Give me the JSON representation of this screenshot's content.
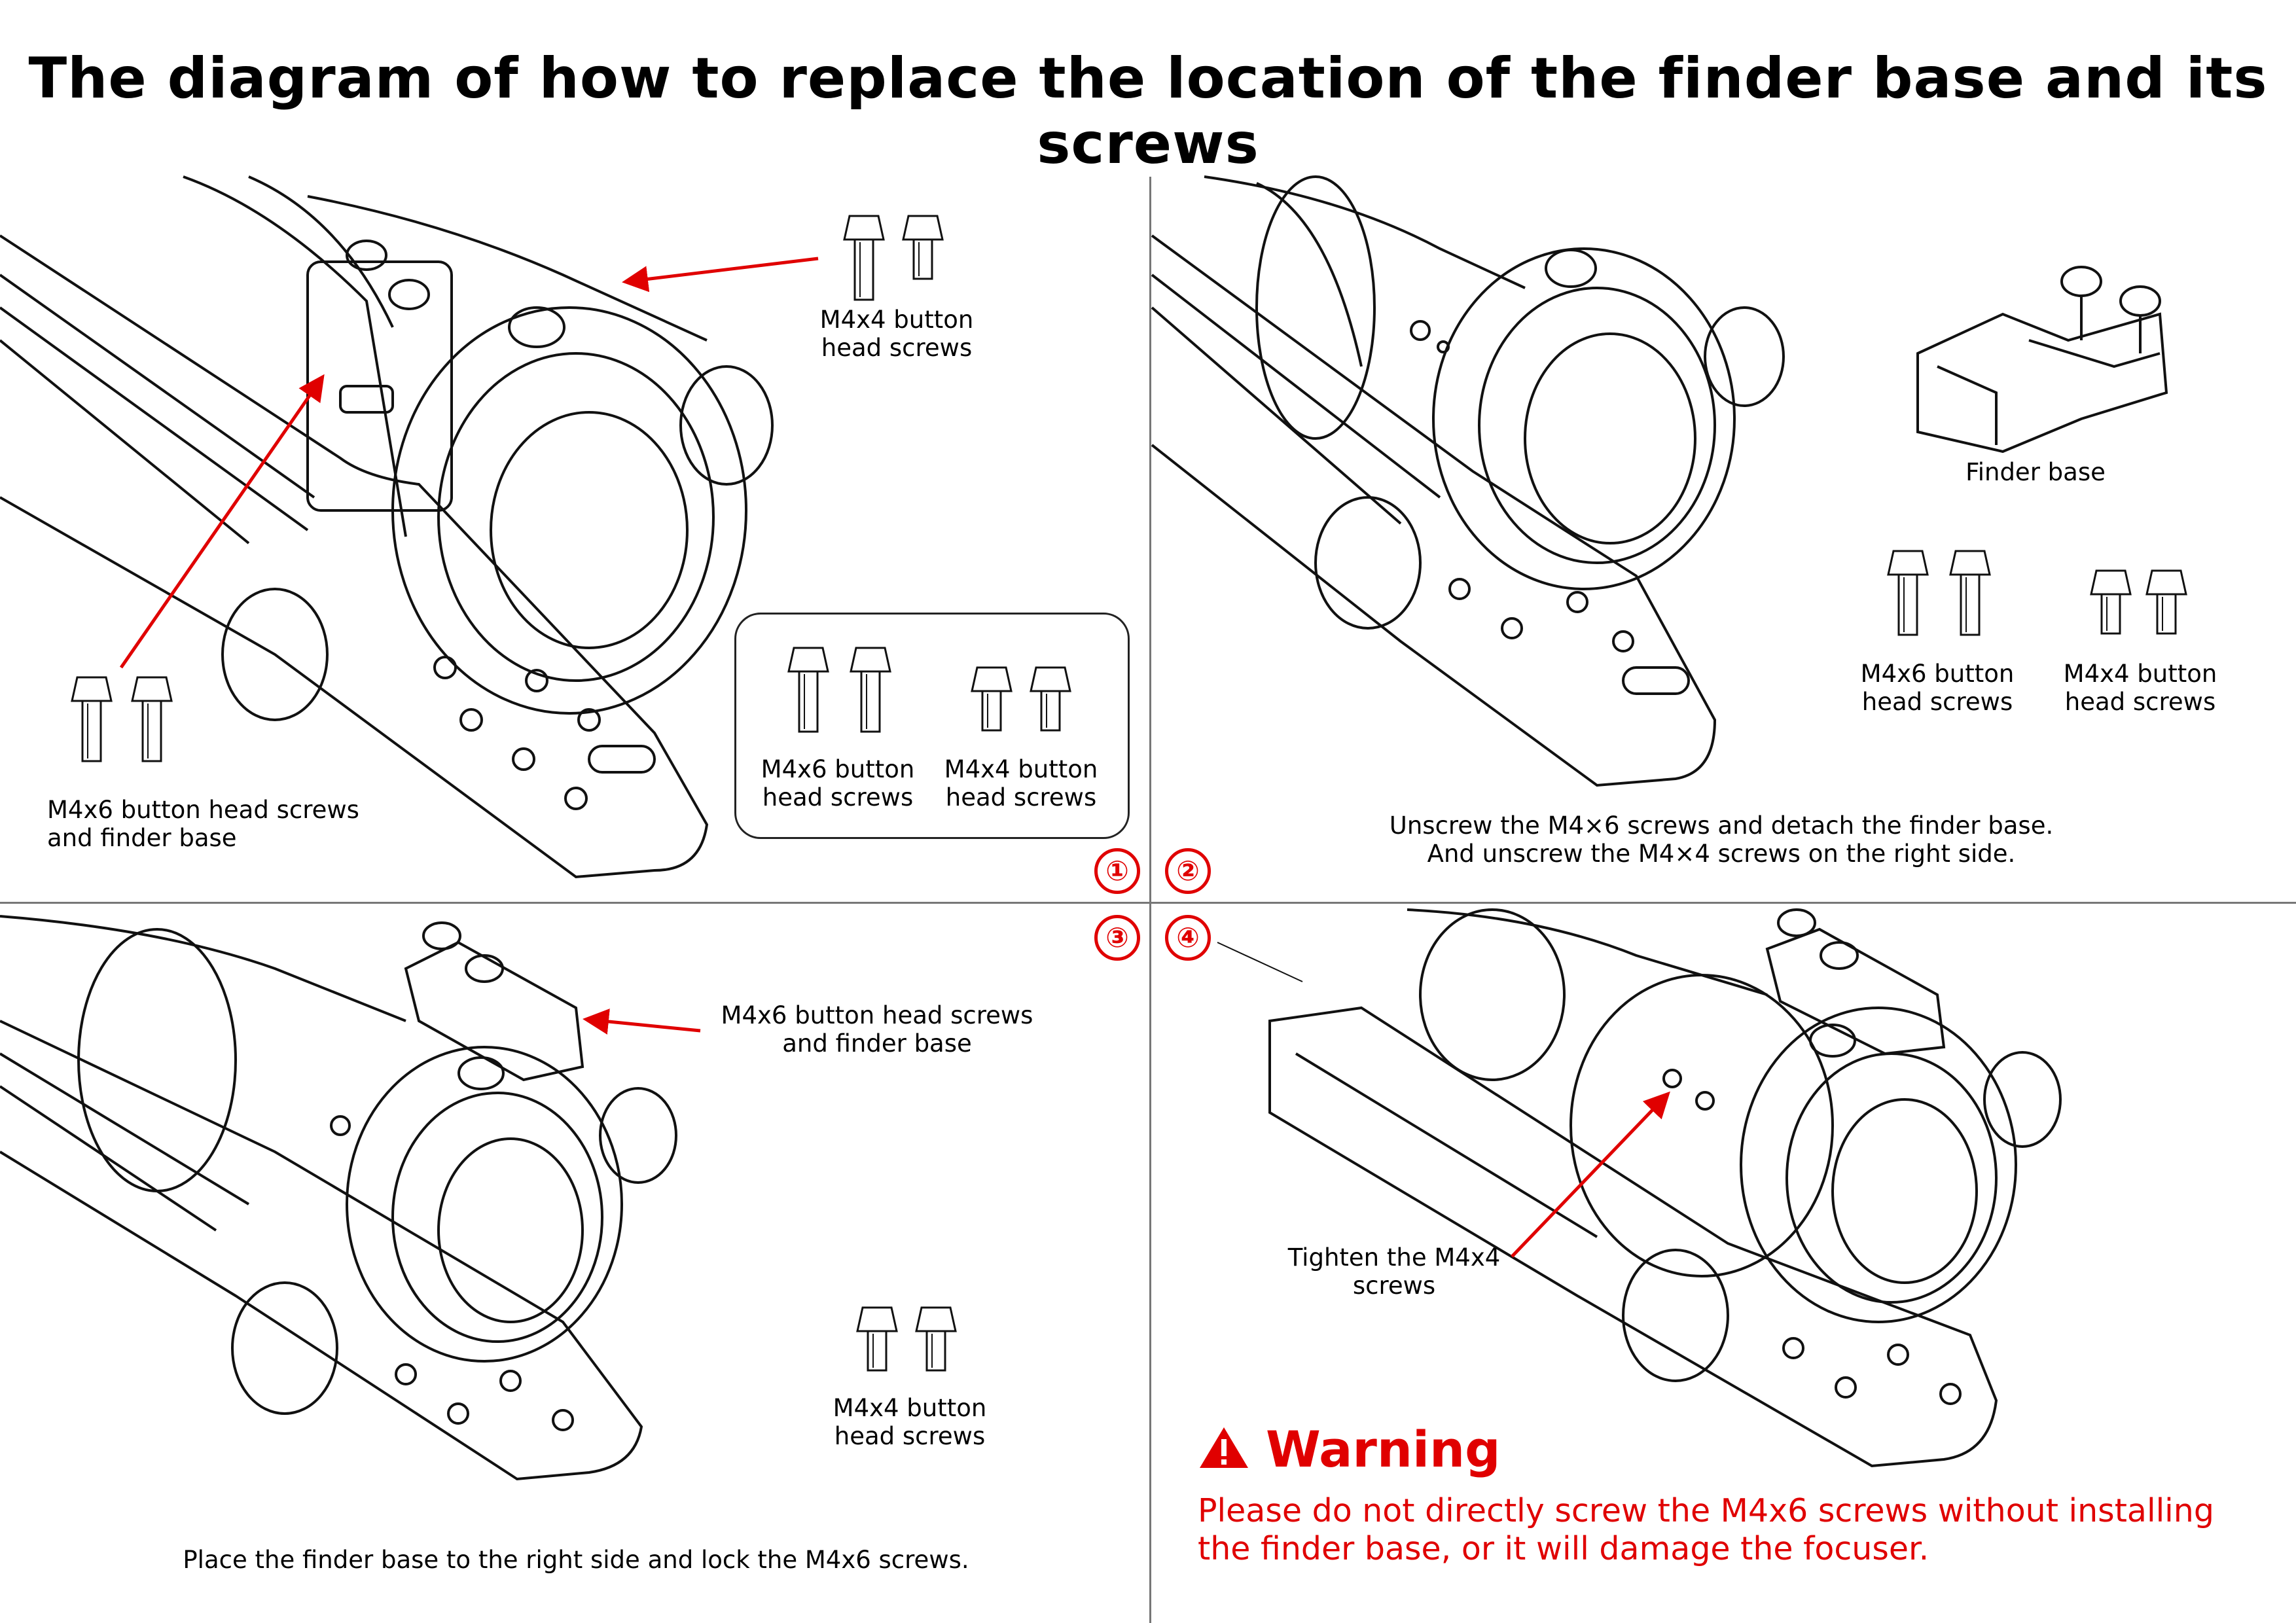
{
  "title": "The diagram of how to replace the location of the finder base and its screws",
  "colors": {
    "accent": "#e00000",
    "line": "#111111",
    "divider": "#777777"
  },
  "steps": [
    {
      "number": "①",
      "labels": {
        "m4x4_screws": "M4x4 button\nhead screws",
        "m4x6_and_base": "M4x6 button head screws\nand finder base",
        "legend_m4x6": "M4x6 button\nhead screws",
        "legend_m4x4": "M4x4 button\nhead screws"
      }
    },
    {
      "number": "②",
      "labels": {
        "finder_base": "Finder base",
        "m4x6_screws": "M4x6 button\nhead screws",
        "m4x4_screws": "M4x4 button\nhead screws",
        "instruction": "Unscrew the M4×6 screws and detach the finder base.\nAnd unscrew the M4×4 screws on the right side."
      }
    },
    {
      "number": "③",
      "labels": {
        "m4x6_and_base": "M4x6 button head screws\nand finder base",
        "m4x4_screws": "M4x4 button\nhead screws",
        "instruction": "Place the finder base to the right side and lock the M4x6 screws."
      }
    },
    {
      "number": "④",
      "labels": {
        "tighten": "Tighten the M4x4\nscrews"
      }
    }
  ],
  "warning": {
    "icon": "warning-triangle-icon",
    "title": "Warning",
    "text": "Please do not directly screw the M4x6 screws without installing the finder base, or it will damage the focuser."
  }
}
